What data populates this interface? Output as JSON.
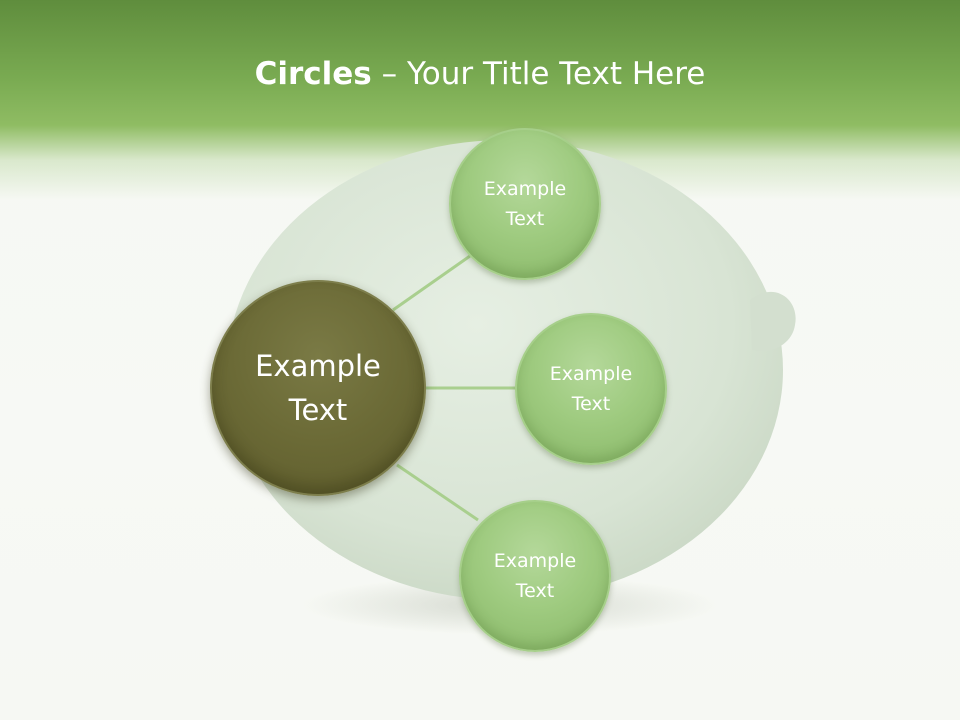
{
  "slide": {
    "title_bold": "Circles",
    "title_rest": " – Your Title Text Here"
  },
  "diagram": {
    "center": {
      "line1": "Example",
      "line2": "Text"
    },
    "nodes": [
      {
        "line1": "Example",
        "line2": "Text"
      },
      {
        "line1": "Example",
        "line2": "Text"
      },
      {
        "line1": "Example",
        "line2": "Text"
      }
    ]
  },
  "colors": {
    "header_green": "#7aab52",
    "center_fill": "#6b6a36",
    "node_fill": "#9fcb80",
    "connector": "#a9cf8e",
    "lime": "#d9e6d5"
  }
}
